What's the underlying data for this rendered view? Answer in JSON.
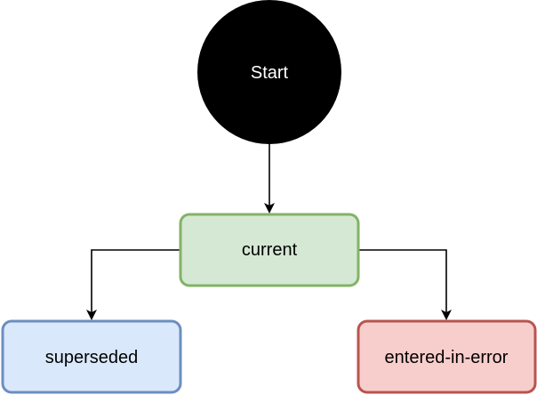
{
  "diagram": {
    "nodes": {
      "start": {
        "label": "Start",
        "fill": "#000000",
        "text_color": "#ffffff"
      },
      "current": {
        "label": "current",
        "fill": "#d5e8d4",
        "stroke": "#82b366",
        "text_color": "#000000"
      },
      "superseded": {
        "label": "superseded",
        "fill": "#dae8fc",
        "stroke": "#6c8ebf",
        "text_color": "#000000"
      },
      "entered_in_error": {
        "label": "entered-in-error",
        "fill": "#f8cecc",
        "stroke": "#b85450",
        "text_color": "#000000"
      }
    },
    "edges": [
      {
        "from": "start",
        "to": "current"
      },
      {
        "from": "current",
        "to": "superseded"
      },
      {
        "from": "current",
        "to": "entered_in_error"
      }
    ],
    "edge_color": "#000000"
  }
}
